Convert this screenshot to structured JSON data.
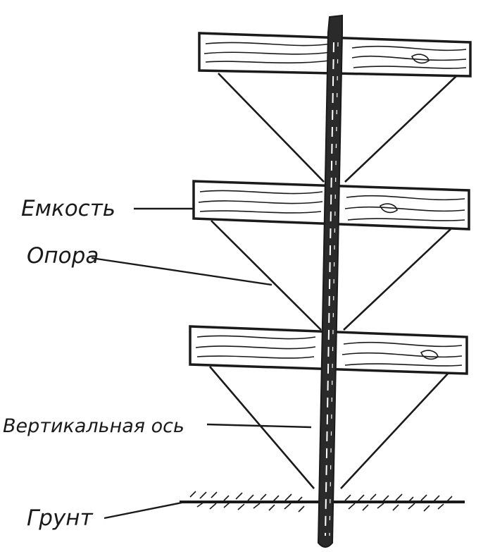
{
  "diagram": {
    "labels": {
      "container": "Емкость",
      "support": "Опора",
      "vertical_axis": "Вертикальная ось",
      "ground": "Грунт"
    },
    "colors": {
      "ink": "#1a1a1a",
      "paper": "#ffffff"
    }
  }
}
